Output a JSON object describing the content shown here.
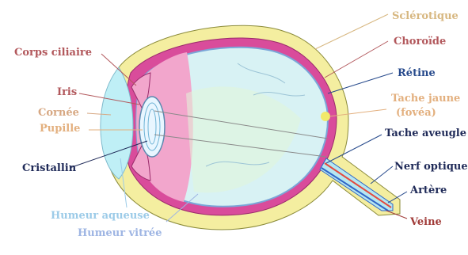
{
  "labels": {
    "sclerotique": "Sclérotique",
    "choroide": "Choroïde",
    "retine": "Rétine",
    "tache_jaune_1": "Tache jaune",
    "tache_jaune_2": "(fovéa)",
    "tache_aveugle": "Tache aveugle",
    "nerf_optique": "Nerf optique",
    "artere": "Artère",
    "veine": "Veine",
    "corps_ciliaire": "Corps ciliaire",
    "iris": "Iris",
    "cornee": "Cornée",
    "pupille": "Pupille",
    "cristallin": "Cristallin",
    "humeur_aqueuse": "Humeur aqueuse",
    "humeur_vitree": "Humeur vitrée"
  },
  "colors": {
    "sclera": "#f4eea0",
    "choroid": "#d94c9b",
    "retina": "#7aa6d8",
    "vitreous": "#d8f2f4",
    "aqueous": "#bff0f4",
    "iris": "#f2a6cc",
    "cornea": "#bfeff6",
    "lens": "#e8f6ff",
    "fovea": "#f2e96a",
    "nerve": "#b5e7f1",
    "artery": "#e44a3f",
    "vein": "#2f65c7",
    "label_sclera": "#d7b780",
    "label_choroid": "#b2585c",
    "label_retina": "#274a8c",
    "label_fovea": "#e3b07f",
    "label_dark": "#1f2a58",
    "label_humor_aq": "#9ccbe8",
    "label_humor_vit": "#9eb5e3",
    "label_artere": "#1f2a58",
    "label_veine": "#a13c39",
    "label_corps": "#b2585c",
    "label_iris": "#b2585c",
    "label_cornee": "#d7a883",
    "label_pupille": "#e3b07f"
  }
}
